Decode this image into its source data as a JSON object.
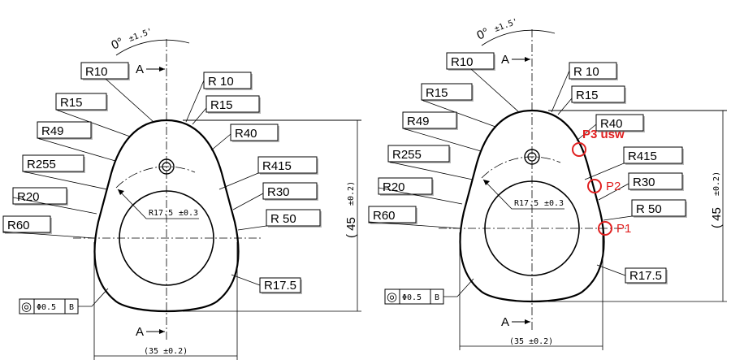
{
  "views": [
    {
      "name": "left",
      "labels": [
        "R10",
        "R 10",
        "R15",
        "R15",
        "R49",
        "R40",
        "R255",
        "R415",
        "R20",
        "R30",
        "R60",
        "R 50",
        "R17.5"
      ],
      "arc_radius": "R17.5",
      "arc_tol": "±0.3",
      "angle": "0°",
      "angle_tol": "±1.5'",
      "section_top": "A",
      "section_bottom": "A",
      "width_dim": "(35 ±0.2)",
      "height_dim": "( 45",
      "height_tol": "±0.2)",
      "tolerance_frame": {
        "symbol": "◎",
        "value": "Φ0.5",
        "datum": "B"
      }
    },
    {
      "name": "right",
      "labels": [
        "R10",
        "R 10",
        "R15",
        "R15",
        "R49",
        "R40",
        "R255",
        "R415",
        "R20",
        "R30",
        "R60",
        "R 50",
        "R17.5"
      ],
      "arc_radius": "R17.5",
      "arc_tol": "±0.3",
      "angle": "0°",
      "angle_tol": "±1.5'",
      "section_top": "A",
      "section_bottom": "A",
      "width_dim": "(35 ±0.2)",
      "height_dim": "( 45",
      "height_tol": "±0.2)",
      "tolerance_frame": {
        "symbol": "◎",
        "value": "Φ0.5",
        "datum": "B"
      },
      "points": [
        "P1",
        "P2",
        "P3 usw"
      ],
      "marker_color": "#e02020"
    }
  ]
}
